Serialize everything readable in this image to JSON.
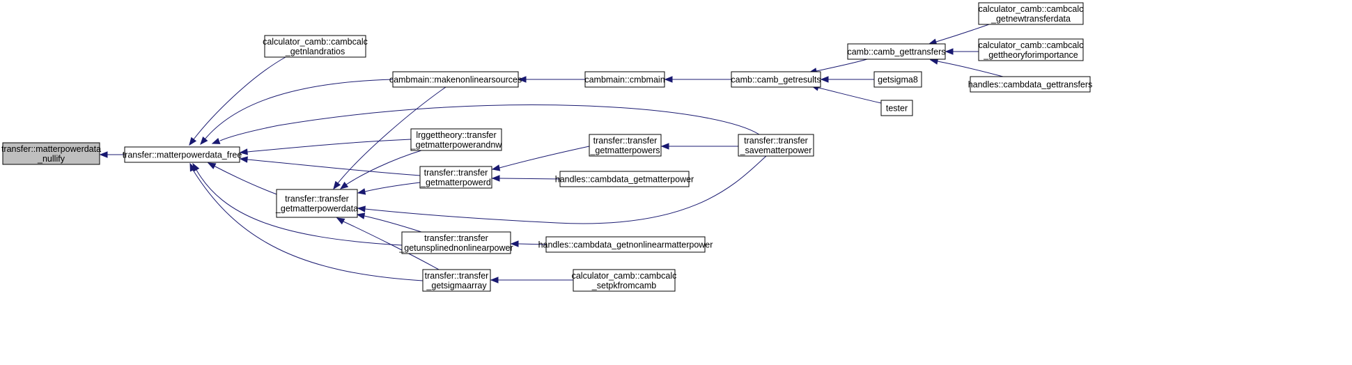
{
  "nodes": [
    {
      "id": "n0",
      "name": "node-matterpowerdata-nullify",
      "lines": [
        "transfer::matterpowerdata",
        "_nullify"
      ],
      "root": true
    },
    {
      "id": "n1",
      "name": "node-matterpowerdata-free",
      "lines": [
        "transfer::matterpowerdata_free"
      ]
    },
    {
      "id": "n2",
      "name": "node-cambcalc-getnlandratios",
      "lines": [
        "calculator_camb::cambcalc",
        "_getnlandratios"
      ]
    },
    {
      "id": "n3",
      "name": "node-makenonlinearsources",
      "lines": [
        "cambmain::makenonlinearsources"
      ]
    },
    {
      "id": "n4",
      "name": "node-lrggettheory-getmatterpowerandnw",
      "lines": [
        "lrggettheory::transfer",
        "_getmatterpowerandnw"
      ]
    },
    {
      "id": "n5",
      "name": "node-transfer-getmatterpowerd",
      "lines": [
        "transfer::transfer",
        "_getmatterpowerd"
      ]
    },
    {
      "id": "n6",
      "name": "node-transfer-getmatterpowerdata",
      "lines": [
        "transfer::transfer",
        "_getmatterpowerdata"
      ]
    },
    {
      "id": "n7",
      "name": "node-transfer-getunsplinednonlinearpower",
      "lines": [
        "transfer::transfer",
        "_getunsplinednonlinearpower"
      ]
    },
    {
      "id": "n8",
      "name": "node-transfer-getsigmaarray",
      "lines": [
        "transfer::transfer",
        "_getsigmaarray"
      ]
    },
    {
      "id": "n9",
      "name": "node-cmbmain",
      "lines": [
        "cambmain::cmbmain"
      ]
    },
    {
      "id": "n10",
      "name": "node-transfer-getmatterpowers",
      "lines": [
        "transfer::transfer",
        "_getmatterpowers"
      ]
    },
    {
      "id": "n11",
      "name": "node-cambdata-getmatterpower",
      "lines": [
        "handles::cambdata_getmatterpower"
      ]
    },
    {
      "id": "n12",
      "name": "node-cambdata-getnonlinearmatterpower",
      "lines": [
        "handles::cambdata_getnonlinearmatterpower"
      ]
    },
    {
      "id": "n13",
      "name": "node-cambcalc-setpkfromcamb",
      "lines": [
        "calculator_camb::cambcalc",
        "_setpkfromcamb"
      ]
    },
    {
      "id": "n14",
      "name": "node-camb-getresults",
      "lines": [
        "camb::camb_getresults"
      ]
    },
    {
      "id": "n15",
      "name": "node-transfer-savematterpower",
      "lines": [
        "transfer::transfer",
        "_savematterpower"
      ]
    },
    {
      "id": "n16",
      "name": "node-camb-gettransfers",
      "lines": [
        "camb::camb_gettransfers"
      ]
    },
    {
      "id": "n17",
      "name": "node-getsigma8",
      "lines": [
        "getsigma8"
      ]
    },
    {
      "id": "n18",
      "name": "node-tester",
      "lines": [
        "tester"
      ]
    },
    {
      "id": "n19",
      "name": "node-cambcalc-getnewtransferdata",
      "lines": [
        "calculator_camb::cambcalc",
        "_getnewtransferdata"
      ]
    },
    {
      "id": "n20",
      "name": "node-cambcalc-gettheoryforimportance",
      "lines": [
        "calculator_camb::cambcalc",
        "_gettheoryforimportance"
      ]
    },
    {
      "id": "n21",
      "name": "node-cambdata-gettransfers",
      "lines": [
        "handles::cambdata_gettransfers"
      ]
    }
  ],
  "edges": [
    {
      "from": "n1",
      "to": "n0"
    },
    {
      "from": "n2",
      "to": "n1"
    },
    {
      "from": "n3",
      "to": "n1"
    },
    {
      "from": "n4",
      "to": "n1"
    },
    {
      "from": "n5",
      "to": "n1"
    },
    {
      "from": "n6",
      "to": "n1"
    },
    {
      "from": "n7",
      "to": "n1"
    },
    {
      "from": "n8",
      "to": "n1"
    },
    {
      "from": "n15",
      "to": "n1"
    },
    {
      "from": "n9",
      "to": "n3"
    },
    {
      "from": "n14",
      "to": "n9"
    },
    {
      "from": "n16",
      "to": "n14"
    },
    {
      "from": "n17",
      "to": "n14"
    },
    {
      "from": "n18",
      "to": "n14"
    },
    {
      "from": "n19",
      "to": "n16"
    },
    {
      "from": "n20",
      "to": "n16"
    },
    {
      "from": "n21",
      "to": "n16"
    },
    {
      "from": "n3",
      "to": "n6"
    },
    {
      "from": "n4",
      "to": "n6"
    },
    {
      "from": "n5",
      "to": "n6"
    },
    {
      "from": "n7",
      "to": "n6"
    },
    {
      "from": "n8",
      "to": "n6"
    },
    {
      "from": "n15",
      "to": "n6"
    },
    {
      "from": "n10",
      "to": "n5"
    },
    {
      "from": "n11",
      "to": "n5"
    },
    {
      "from": "n15",
      "to": "n10"
    },
    {
      "from": "n12",
      "to": "n7"
    },
    {
      "from": "n13",
      "to": "n8"
    }
  ]
}
